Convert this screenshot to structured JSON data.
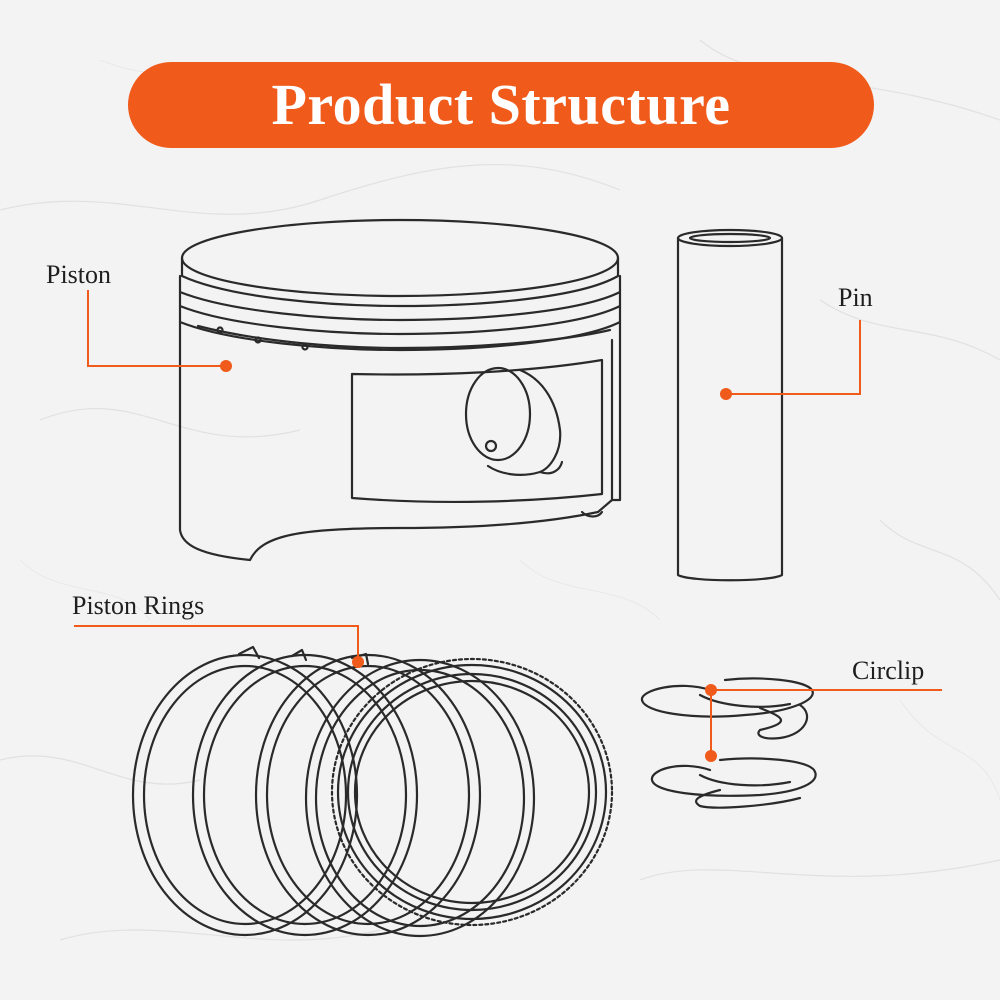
{
  "title": "Product Structure",
  "colors": {
    "accent": "#f05a1a",
    "line": "#2a2a2a",
    "background": "#f3f3f4"
  },
  "parts": {
    "piston": "Piston",
    "pin": "Pin",
    "piston_rings": "Piston Rings",
    "circlip": "Circlip"
  }
}
